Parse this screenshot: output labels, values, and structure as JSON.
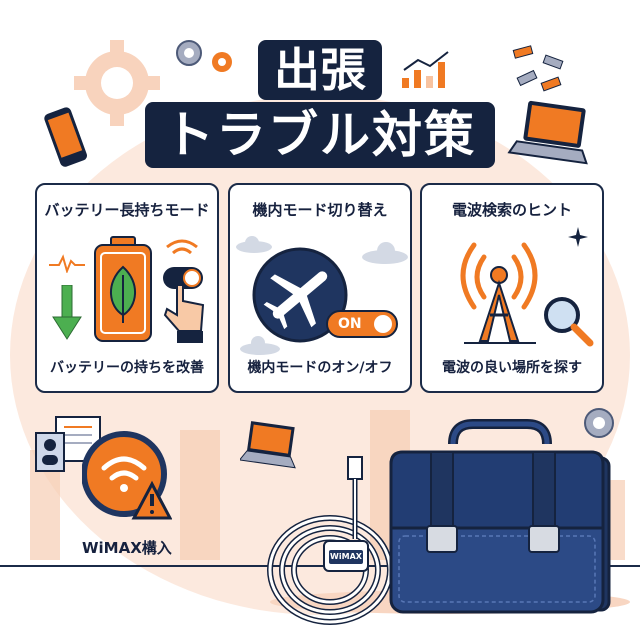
{
  "header": {
    "title_line1": "出張",
    "title_line2": "トラブル対策"
  },
  "cards": [
    {
      "title": "バッテリー長持ちモード",
      "caption": "バッテリーの持ちを改善",
      "icons": [
        "heartbeat-icon",
        "down-arrow-icon",
        "battery-leaf-icon",
        "wifi-icon",
        "toggle-hand-icon"
      ]
    },
    {
      "title": "機内モード切り替え",
      "caption": "機内モードのオン/オフ",
      "icons": [
        "cloud-icon",
        "airplane-icon",
        "toggle-on-icon"
      ],
      "toggle_label": "ON"
    },
    {
      "title": "電波検索のヒント",
      "caption": "電波の良い場所を探す",
      "icons": [
        "radio-tower-icon",
        "magnifier-icon",
        "sparkle-icon"
      ]
    }
  ],
  "bottom": {
    "wimax_label": "WiMAX構入",
    "router_label": "WiMAX"
  },
  "colors": {
    "navy": "#15233f",
    "orange": "#f07a23",
    "peach": "#fbe4d6",
    "green": "#4caf50"
  }
}
